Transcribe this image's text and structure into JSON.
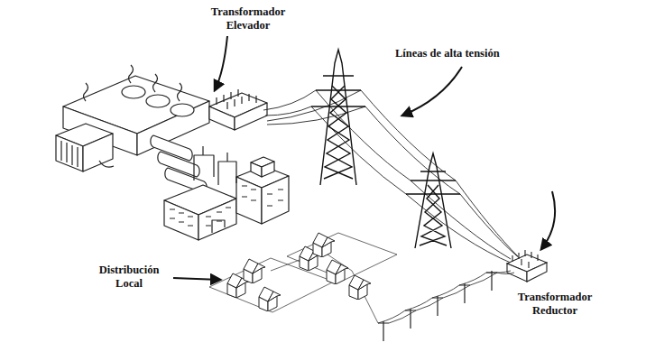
{
  "diagram": {
    "labels": [
      "Transformador Elevador",
      "Líneas de alta tensión",
      "Distribución Local",
      "Transformador Reductor"
    ]
  }
}
